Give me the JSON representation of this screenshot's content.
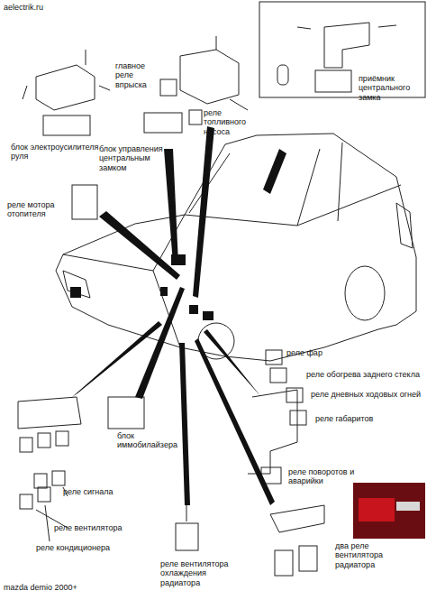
{
  "diagram": {
    "nodes": [
      {
        "text": [
          "приёмник центрального замка"
        ]
      }
    ],
    "labels": [
      "aelectrik.ru",
      "главное реле впрыска",
      "блок электроусилителя руля",
      "блок управления центральным замком",
      "реле топливного насоса",
      "реле мотора отопителя",
      "реле фар",
      "реле обогрева заднего стекла",
      "реле дневных ходовых огней",
      "реле габаритов",
      "реле поворотов и аварийки",
      "блок иммобилайзера",
      "реле сигнала",
      "реле вентилятора",
      "реле кондиционера",
      "реле вентилятора охлаждения радиатора",
      "два реле вентилятора радиатора",
      "mazda demio 2000+"
    ]
  }
}
